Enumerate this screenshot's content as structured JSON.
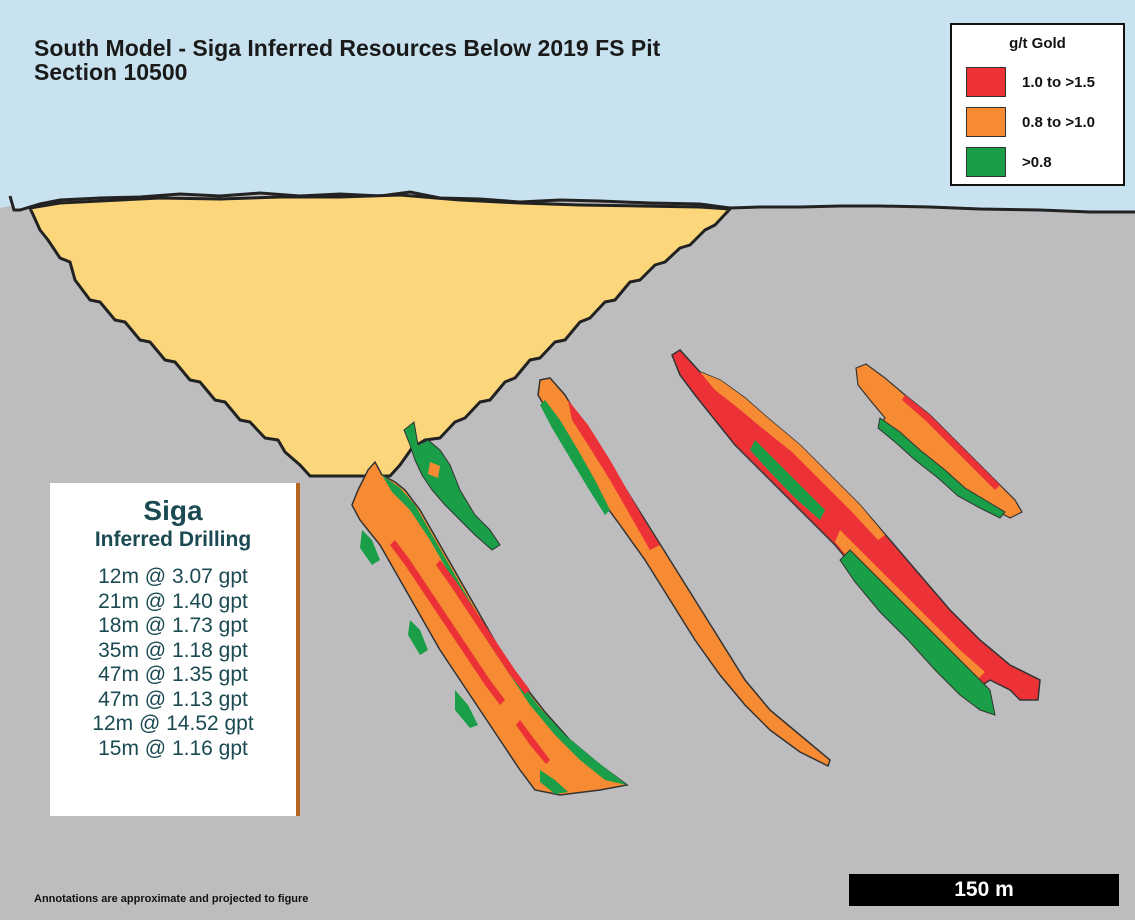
{
  "title": {
    "line1": "South Model - Siga Inferred Resources Below 2019 FS Pit",
    "line2": "Section 10500"
  },
  "legend": {
    "title": "g/t Gold",
    "items": [
      {
        "label": "1.0 to >1.5",
        "color": "#ec3237"
      },
      {
        "label": "0.8 to >1.0",
        "color": "#f68b33"
      },
      {
        "label": ">0.8",
        "color": "#1a9e47"
      }
    ]
  },
  "colors": {
    "sky": "#c9e2ef",
    "ground": "#bdbdbf",
    "pit": "#fbd67b",
    "high_grade": "#ec3237",
    "mid_grade": "#f68b33",
    "low_grade": "#1a9e47",
    "info_text": "#1b4a52",
    "info_border": "#b5651d"
  },
  "info_box": {
    "title": "Siga",
    "subtitle": "Inferred Drilling",
    "lines": [
      "12m @ 3.07 gpt",
      "21m @ 1.40 gpt",
      "18m @ 1.73 gpt",
      "35m @ 1.18 gpt",
      "47m @ 1.35 gpt",
      "47m @ 1.13 gpt",
      "12m @ 14.52 gpt",
      "15m @ 1.16 gpt"
    ]
  },
  "footnote": "Annotations are approximate and projected to figure",
  "scale_bar": "150 m"
}
